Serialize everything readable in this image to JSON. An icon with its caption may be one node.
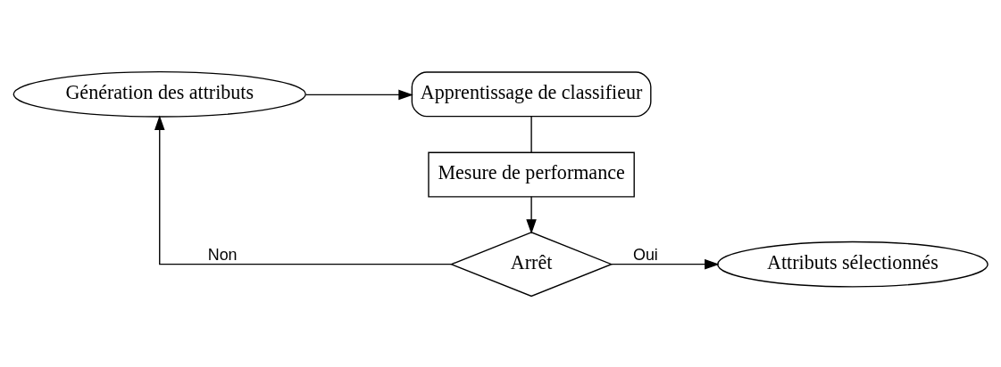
{
  "diagram": {
    "nodes": [
      {
        "text": [
          "Génération des attributs"
        ]
      },
      {
        "text": [
          "Apprentissage de classifieur"
        ]
      },
      {
        "text": [
          "Mesure de performance"
        ]
      },
      {
        "text": [
          "Arrêt"
        ]
      },
      {
        "text": [
          "Attributs sélectionnés"
        ]
      }
    ],
    "edges": [
      {
        "from": 0,
        "to": 1,
        "arrow": "to"
      },
      {
        "from": 1,
        "to": 2,
        "arrow": "none"
      },
      {
        "from": 2,
        "to": 3,
        "arrow": "to"
      },
      {
        "from": 3,
        "to": 0,
        "arrow": "to",
        "label": "Non"
      },
      {
        "from": 3,
        "to": 4,
        "arrow": "to",
        "label": "Oui"
      }
    ]
  }
}
